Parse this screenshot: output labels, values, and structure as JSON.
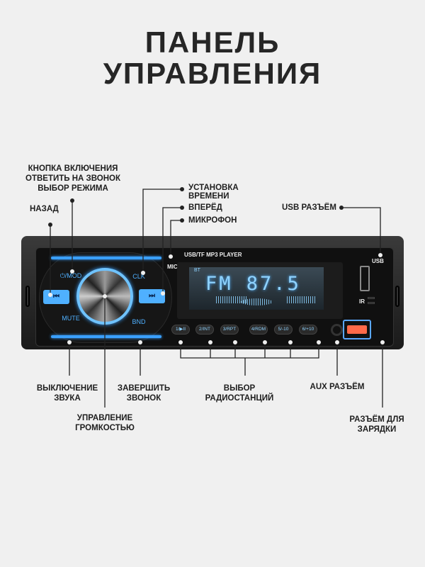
{
  "title": {
    "line1": "ПАНЕЛЬ",
    "line2": "УПРАВЛЕНИЯ"
  },
  "callouts": {
    "power": [
      "КНОПКА ВКЛЮЧЕНИЯ",
      "ОТВЕТИТЬ НА ЗВОНОК",
      "ВЫБОР РЕЖИМА"
    ],
    "back": "НАЗАД",
    "clock": [
      "УСТАНОВКА",
      "ВРЕМЕНИ"
    ],
    "forward": "ВПЕРЁД",
    "mic": "МИКРОФОН",
    "usb": "USB РАЗЪЁМ",
    "mute": [
      "ВЫКЛЮЧЕНИЕ",
      "ЗВУКА"
    ],
    "volume": [
      "УПРАВЛЕНИЕ",
      "ГРОМКОСТЬЮ"
    ],
    "hangup": [
      "ЗАВЕРШИТЬ",
      "ЗВОНОК"
    ],
    "presets": [
      "ВЫБОР",
      "РАДИОСТАНЦИЙ"
    ],
    "aux": "AUX РАЗЪЁМ",
    "charge": [
      "РАЗЪЁМ ДЛЯ",
      "ЗАРЯДКИ"
    ]
  },
  "device": {
    "model_text": "USB/TF MP3 PLAYER",
    "mic": "MIC",
    "mod": "⏻/MOD",
    "clk": "CLK",
    "mute": "MUTE",
    "bnd": "BND",
    "prev": "⏮",
    "next": "⏭",
    "usb": "USB",
    "ir": "IR",
    "display": {
      "bt": "BT",
      "text": "FM  87.5"
    },
    "presets": [
      "1/▶II",
      "2/INT",
      "3/RPT",
      "4/RDM",
      "5/-10",
      "6/+10"
    ]
  },
  "colors": {
    "accent": "#3aa0ff",
    "display": "#8fd3ff",
    "charge_port": "#ff6a4a"
  }
}
